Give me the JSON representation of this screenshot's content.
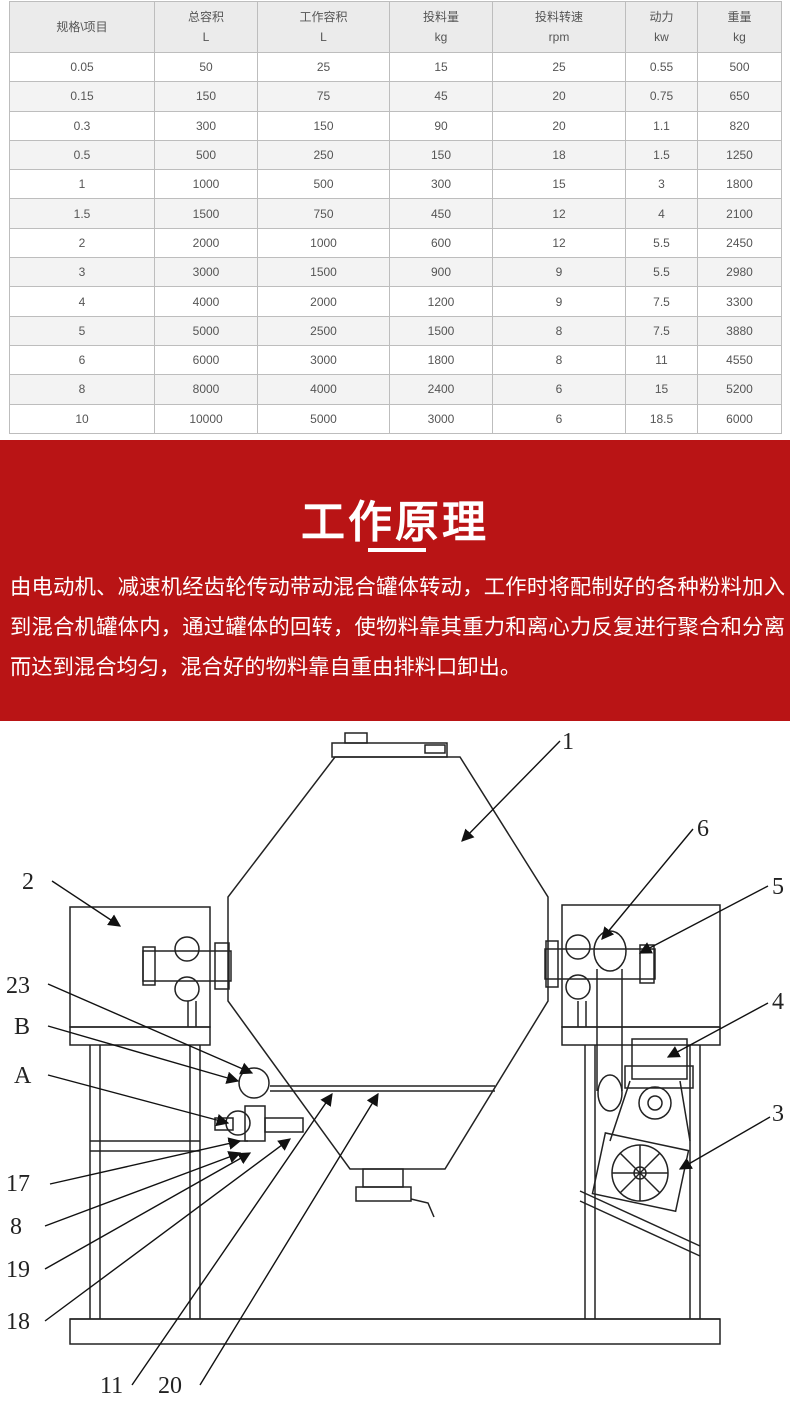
{
  "spec_table": {
    "headers": [
      {
        "name": "规格\\项目",
        "unit": ""
      },
      {
        "name": "总容积",
        "unit": "L"
      },
      {
        "name": "工作容积",
        "unit": "L"
      },
      {
        "name": "投料量",
        "unit": "kg"
      },
      {
        "name": "投料转速",
        "unit": "rpm"
      },
      {
        "name": "动力",
        "unit": "kw"
      },
      {
        "name": "重量",
        "unit": "kg"
      }
    ],
    "rows": [
      [
        "0.05",
        "50",
        "25",
        "15",
        "25",
        "0.55",
        "500"
      ],
      [
        "0.15",
        "150",
        "75",
        "45",
        "20",
        "0.75",
        "650"
      ],
      [
        "0.3",
        "300",
        "150",
        "90",
        "20",
        "1.1",
        "820"
      ],
      [
        "0.5",
        "500",
        "250",
        "150",
        "18",
        "1.5",
        "1250"
      ],
      [
        "1",
        "1000",
        "500",
        "300",
        "15",
        "3",
        "1800"
      ],
      [
        "1.5",
        "1500",
        "750",
        "450",
        "12",
        "4",
        "2100"
      ],
      [
        "2",
        "2000",
        "1000",
        "600",
        "12",
        "5.5",
        "2450"
      ],
      [
        "3",
        "3000",
        "1500",
        "900",
        "9",
        "5.5",
        "2980"
      ],
      [
        "4",
        "4000",
        "2000",
        "1200",
        "9",
        "7.5",
        "3300"
      ],
      [
        "5",
        "5000",
        "2500",
        "1500",
        "8",
        "7.5",
        "3880"
      ],
      [
        "6",
        "6000",
        "3000",
        "1800",
        "8",
        "11",
        "4550"
      ],
      [
        "8",
        "8000",
        "4000",
        "2400",
        "6",
        "15",
        "5200"
      ],
      [
        "10",
        "10000",
        "5000",
        "3000",
        "6",
        "18.5",
        "6000"
      ]
    ]
  },
  "principle": {
    "title": "工作原理",
    "text": "由电动机、减速机经齿轮传动带动混合罐体转动，工作时将配制好的各种粉料加入到混合机罐体内，通过罐体的回转，使物料靠其重力和离心力反复进行聚合和分离而达到混合均匀，混合好的物料靠自重由排料口卸出。"
  },
  "diagram": {
    "labels": {
      "l1": "1",
      "l2": "2",
      "l3": "3",
      "l4": "4",
      "l5": "5",
      "l6": "6",
      "l23": "23",
      "lB": "B",
      "lA": "A",
      "l17": "17",
      "l8": "8",
      "l19": "19",
      "l18": "18",
      "l11": "11",
      "l20": "20"
    }
  }
}
